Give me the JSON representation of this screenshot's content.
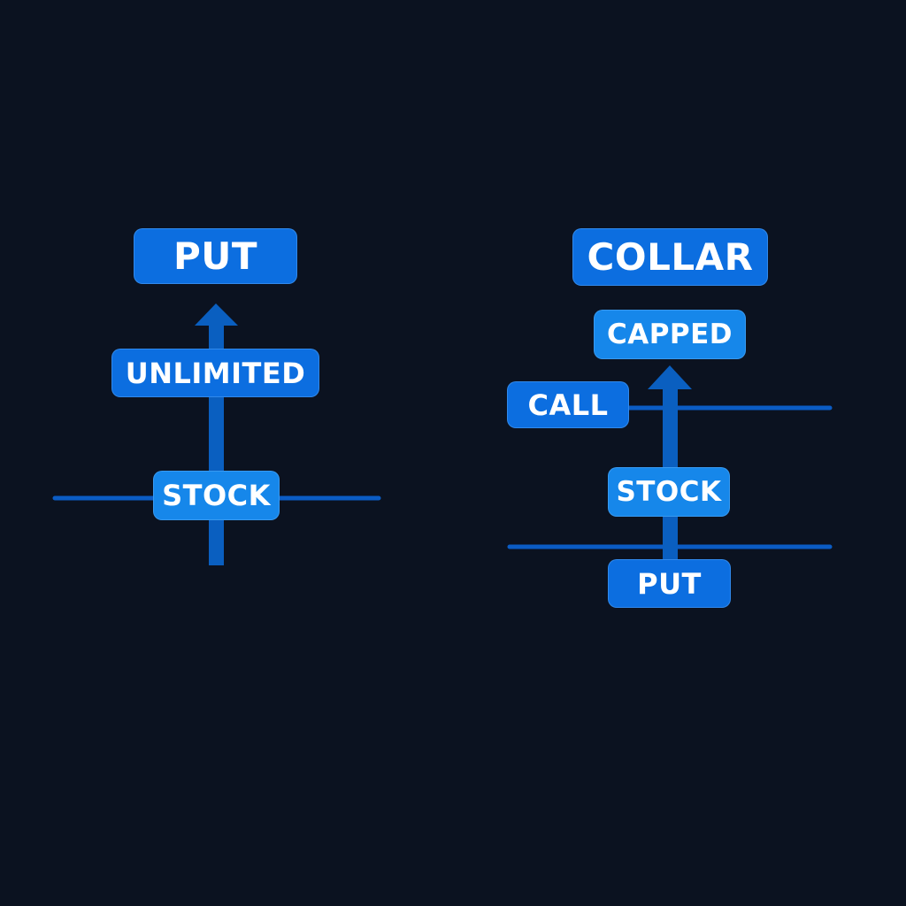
{
  "colors": {
    "background": "#0b1220",
    "pill_primary": "#0c6ee0",
    "pill_light": "#1687ea",
    "line": "#0b5cc4",
    "arrow": "#0a5fc0"
  },
  "left": {
    "title": "PUT",
    "upside_label": "UNLIMITED",
    "base_label": "STOCK"
  },
  "right": {
    "title": "COLLAR",
    "upside_label": "CAPPED",
    "call_label": "CALL",
    "stock_label": "STOCK",
    "put_label": "PUT"
  }
}
